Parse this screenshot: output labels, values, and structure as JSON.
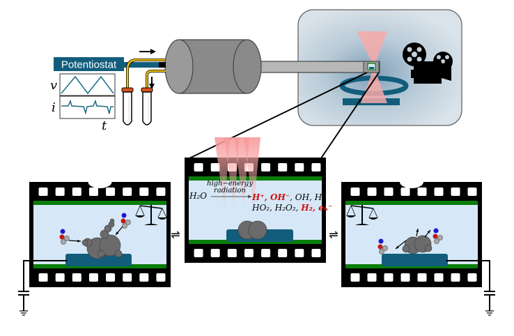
{
  "potentiostat": {
    "label": "Potentiostat",
    "axis_v": "v",
    "axis_i": "i",
    "axis_t": "t"
  },
  "reaction": {
    "reactant": "H₂O",
    "arrow_top": "high−energy",
    "arrow_bottom": "radiation",
    "products_red_1": "H⁺, OH⁻",
    "products_black_1": ", OH, H,",
    "products_black_2": "HO₂, H₂O₂, ",
    "products_red_2": "H₂, eₕ⁻"
  },
  "equilibrium_symbols": {
    "left": "⇌",
    "right": "⇌"
  },
  "colors": {
    "panel_fill": "#d6e8f7",
    "green_stripe": "#0a7d0a",
    "electrode": "#125d7c",
    "beam": "#f7a9a9",
    "wire": "#f2c200",
    "tube_cap": "#d9531e",
    "product_red": "#d11010",
    "ion_blue": "#1a1ad0",
    "ion_red": "#c01818"
  },
  "icons": [
    "film-camera-icon",
    "balance-scale-icon",
    "ground-icon",
    "test-tube-icon"
  ]
}
